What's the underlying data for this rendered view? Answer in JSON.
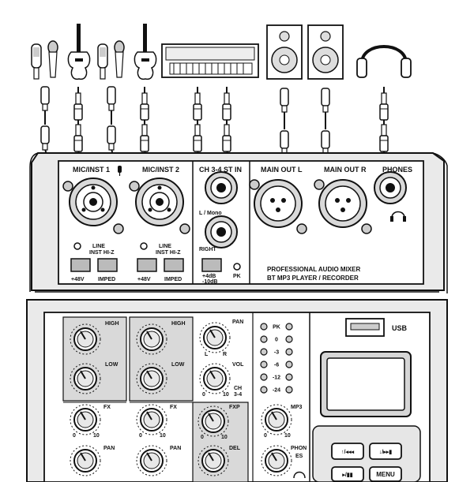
{
  "rear_panel": {
    "mic_inst_1": "MIC/INST 1",
    "mic_inst_2": "MIC/INST 2",
    "ch34_st_in": "CH 3-4 ST IN",
    "l_mono": "L / Mono",
    "right": "RIGHT",
    "main_out_l": "MAIN OUT L",
    "main_out_r": "MAIN OUT R",
    "phones": "PHONES",
    "line_1": "LINE",
    "inst_hiz_1": "INST HI-Z",
    "line_2": "LINE",
    "inst_hiz_2": "INST HI-Z",
    "phantom_1": "+48V",
    "imped_1": "IMPED",
    "phantom_2": "+48V",
    "imped_2": "IMPED",
    "gain_plus": "+4dB",
    "gain_minus": "-10dB",
    "pk": "PK",
    "branding_1": "PROFESSIONAL AUDIO MIXER",
    "branding_2": "BT MP3 PLAYER / RECORDER"
  },
  "channel_strip": {
    "high_1": "HIGH",
    "low_1": "LOW",
    "fx_1": "FX",
    "pan_1": "PAN",
    "high_2": "HIGH",
    "low_2": "LOW",
    "fx_2": "FX",
    "pan_2": "PAN",
    "pan_3": "PAN",
    "vol_3": "VOL",
    "ch_3": "CH",
    "ch_3_4": "3-4",
    "fx_send": "FX",
    "fx_send_p": "P",
    "del": "DEL",
    "scale_0": "0",
    "scale_10": "10",
    "scale_l": "L",
    "scale_r": "R"
  },
  "meter": {
    "levels": [
      "PK",
      "0",
      "-3",
      "-6",
      "-12",
      "-24"
    ]
  },
  "player": {
    "usb": "USB",
    "mp3": "MP3",
    "phones_1": "PHON",
    "phones_2": "ES",
    "menu": "MENU",
    "prev_btn": "↑/◂◂◂",
    "next_btn": "↓/▸▸▮",
    "play_btn": "▸/▮▮"
  },
  "colors": {
    "line": "#111111",
    "fill_light": "#eaeaea",
    "fill_mid": "#d4d4d4",
    "panel_bg": "#ffffff"
  }
}
